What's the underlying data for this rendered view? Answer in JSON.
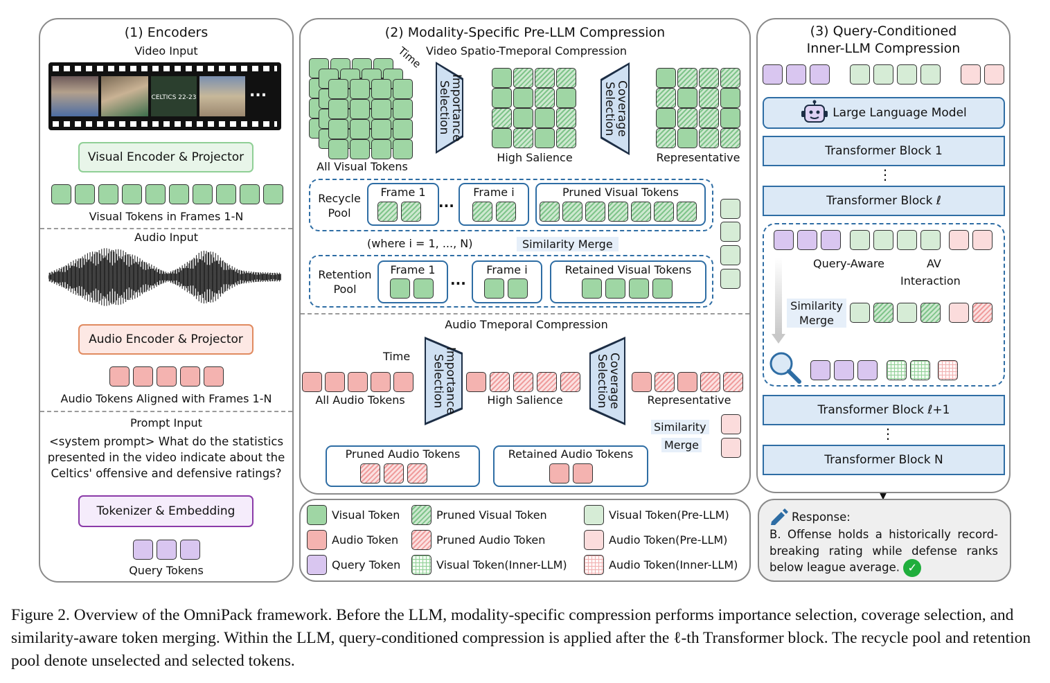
{
  "panel1": {
    "title": "(1) Encoders",
    "video_input": "Video Input",
    "frame_score": "CELTICS 22-23",
    "ellipsis": "...",
    "visual_encoder": "Visual Encoder & Projector",
    "visual_tokens_label": "Visual Tokens in Frames 1-N",
    "audio_input": "Audio Input",
    "audio_encoder": "Audio Encoder & Projector",
    "audio_tokens_label": "Audio Tokens Aligned with Frames 1-N",
    "prompt_input": "Prompt Input",
    "prompt_text": "<system prompt> What do the statistics presented in the video indicate about the Celtics' offensive and defensive ratings?",
    "tokenizer": "Tokenizer & Embedding",
    "query_tokens_label": "Query Tokens"
  },
  "panel2": {
    "title": "(2) Modality-Specific Pre-LLM Compression",
    "video_subtitle": "Video Spatio-Tmeporal Compression",
    "time": "Time",
    "all_visual": "All Visual Tokens",
    "importance": "Importance\nSelection",
    "high_salience": "High Salience",
    "coverage": "Coverage\nSelection",
    "representative": "Representative",
    "recycle_pool": "Recycle\nPool",
    "frame1": "Frame 1",
    "framei": "Frame i",
    "dots": "...",
    "pruned_visual": "Pruned Visual Tokens",
    "where": "(where i = 1, ..., N)",
    "similarity_merge": "Similarity Merge",
    "retention_pool": "Retention\nPool",
    "retained_visual": "Retained Visual Tokens",
    "audio_subtitle": "Audio Tmeporal Compression",
    "all_audio": "All Audio Tokens",
    "similarity": "Similarity",
    "merge": "Merge",
    "pruned_audio": "Pruned Audio Tokens",
    "retained_audio": "Retained Audio Tokens"
  },
  "panel3": {
    "title_line1": "(3) Query-Conditioned",
    "title_line2": "Inner-LLM Compression",
    "llm": "Large Language Model",
    "block1": "Transformer Block 1",
    "vdots": "⋮",
    "block_l": "Transformer Block ℓ",
    "query_aware": "Query-Aware",
    "av": "AV",
    "interaction": "Interaction",
    "similarity_merge": "Similarity\nMerge",
    "block_l1": "Transformer Block ℓ+1",
    "block_n": "Transformer Block N",
    "response_label": "Response:",
    "response_text": "B. Offense holds a historically record-breaking rating while defense ranks below league average."
  },
  "legend": [
    {
      "label": "Visual Token",
      "style": "vt"
    },
    {
      "label": "Pruned Visual Token",
      "style": "vph"
    },
    {
      "label": "Visual Token(Pre-LLM)",
      "style": "vpl"
    },
    {
      "label": "Audio Token",
      "style": "at"
    },
    {
      "label": "Pruned Audio Token",
      "style": "aph"
    },
    {
      "label": "Audio Token(Pre-LLM)",
      "style": "apl"
    },
    {
      "label": "Query Token",
      "style": "qt"
    },
    {
      "label": "Visual Token(Inner-LLM)",
      "style": "vgr"
    },
    {
      "label": "Audio Token(Inner-LLM)",
      "style": "agr"
    }
  ],
  "caption": "Figure 2. Overview of the OmniPack framework. Before the LLM, modality-specific compression performs importance selection, coverage selection, and similarity-aware token merging. Within the LLM, query-conditioned compression is applied after the ℓ-th Transformer block. The recycle pool and retention pool denote unselected and selected tokens.",
  "colors": {
    "visual": "#9fd6a4",
    "audio": "#f4b3b0",
    "query": "#d9c6f0",
    "accent_blue": "#2e6da4",
    "check": "#1fae3c"
  }
}
